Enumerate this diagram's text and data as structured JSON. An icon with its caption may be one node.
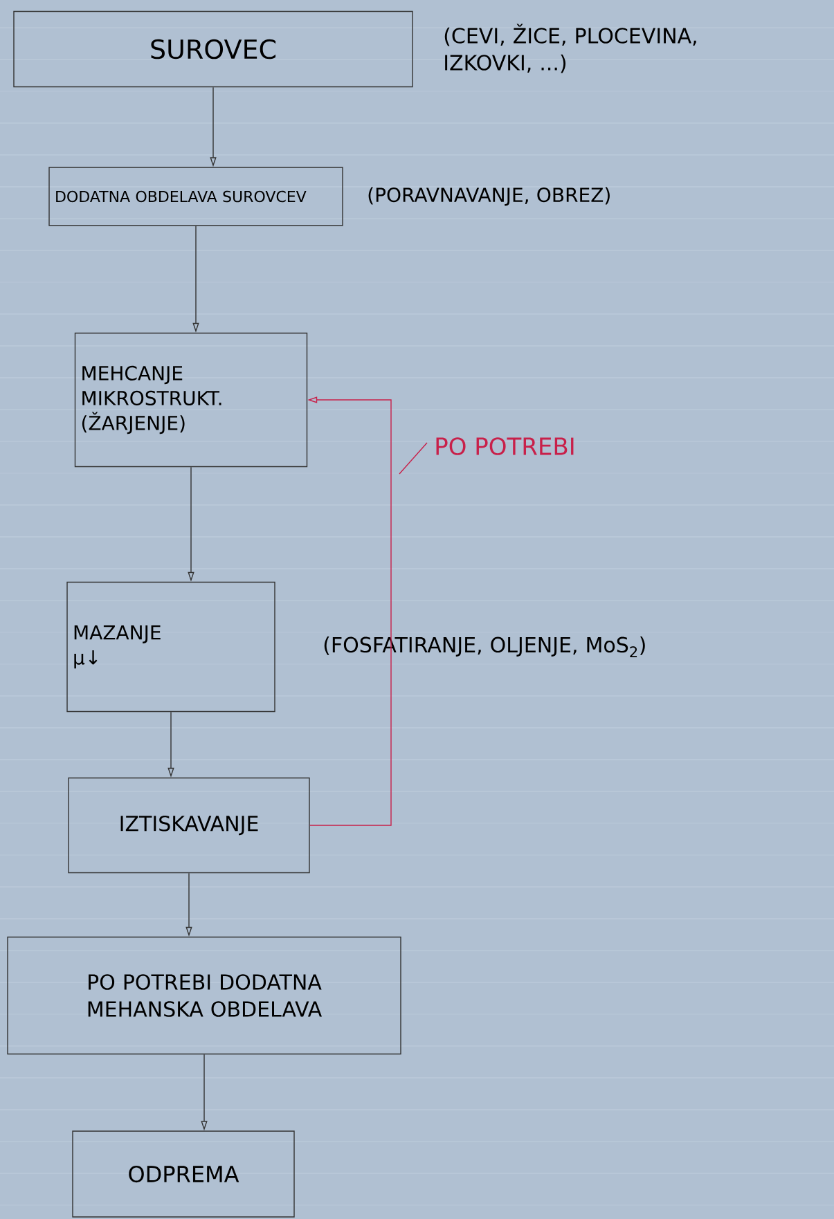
{
  "diagram": {
    "nodes": [
      {
        "text": [
          "SUROVEC"
        ],
        "beside": [
          "(CEVI, ŽICE, PLOCEVINA, IZKOVKI, ...)"
        ]
      },
      {
        "text": [
          "DODATNA OBDELAVA SUROVCEV"
        ],
        "beside": [
          "(PORAVNAVANJE, OBREZ)"
        ]
      },
      {
        "text": [
          "MEHCANJE MIKROSTRUKT. (ŽARJENJE)"
        ]
      },
      {
        "text": [
          "MAZANJE",
          "μ↓"
        ],
        "beside": [
          "(FOSFATIRANJE, OLJENJE, MoS$_{2}$)"
        ]
      },
      {
        "text": [
          "IZTISKAVANJE"
        ]
      },
      {
        "text": [
          "PO POTREBI DODATNA MEHANSKA OBDELAVA"
        ]
      },
      {
        "text": [
          "ODPREMA"
        ]
      }
    ],
    "edges": [
      {
        "from": 0,
        "to": 1,
        "arrow": "to"
      },
      {
        "from": 1,
        "to": 2,
        "arrow": "to"
      },
      {
        "from": 2,
        "to": 3,
        "arrow": "to"
      },
      {
        "from": 3,
        "to": 4,
        "arrow": "to"
      },
      {
        "from": 4,
        "to": 5,
        "arrow": "to"
      },
      {
        "from": 5,
        "to": 6,
        "arrow": "to"
      },
      {
        "from": 4,
        "to": 2,
        "arrow": "to",
        "label": "PO POTREBI",
        "color": "#c8204a"
      }
    ]
  }
}
